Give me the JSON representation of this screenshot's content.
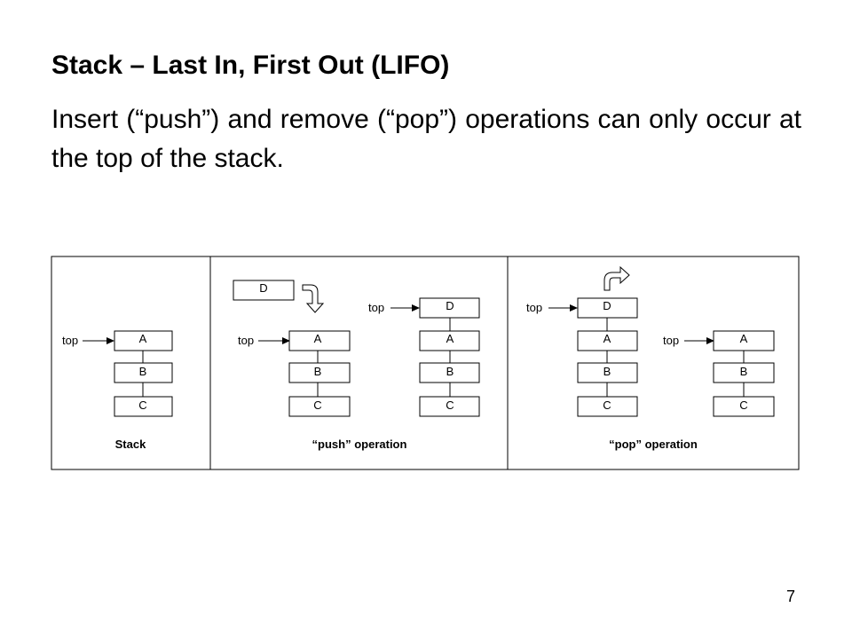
{
  "slide": {
    "title": "Stack – Last In, First Out (LIFO)",
    "body": "Insert (“push”) and remove (“pop”) operations can only occur at the top of the stack.",
    "page_number": "7"
  },
  "diagram": {
    "top_label": "top",
    "panels": {
      "stack": {
        "caption": "Stack",
        "stack": [
          "A",
          "B",
          "C"
        ]
      },
      "push": {
        "caption": "“push” operation",
        "incoming": "D",
        "before": [
          "A",
          "B",
          "C"
        ],
        "after": [
          "D",
          "A",
          "B",
          "C"
        ]
      },
      "pop": {
        "caption": "“pop” operation",
        "before": [
          "D",
          "A",
          "B",
          "C"
        ],
        "after": [
          "A",
          "B",
          "C"
        ]
      }
    },
    "icons": {
      "push_arrow": "curved-arrow-down-icon",
      "pop_arrow": "curved-arrow-up-right-icon"
    }
  }
}
